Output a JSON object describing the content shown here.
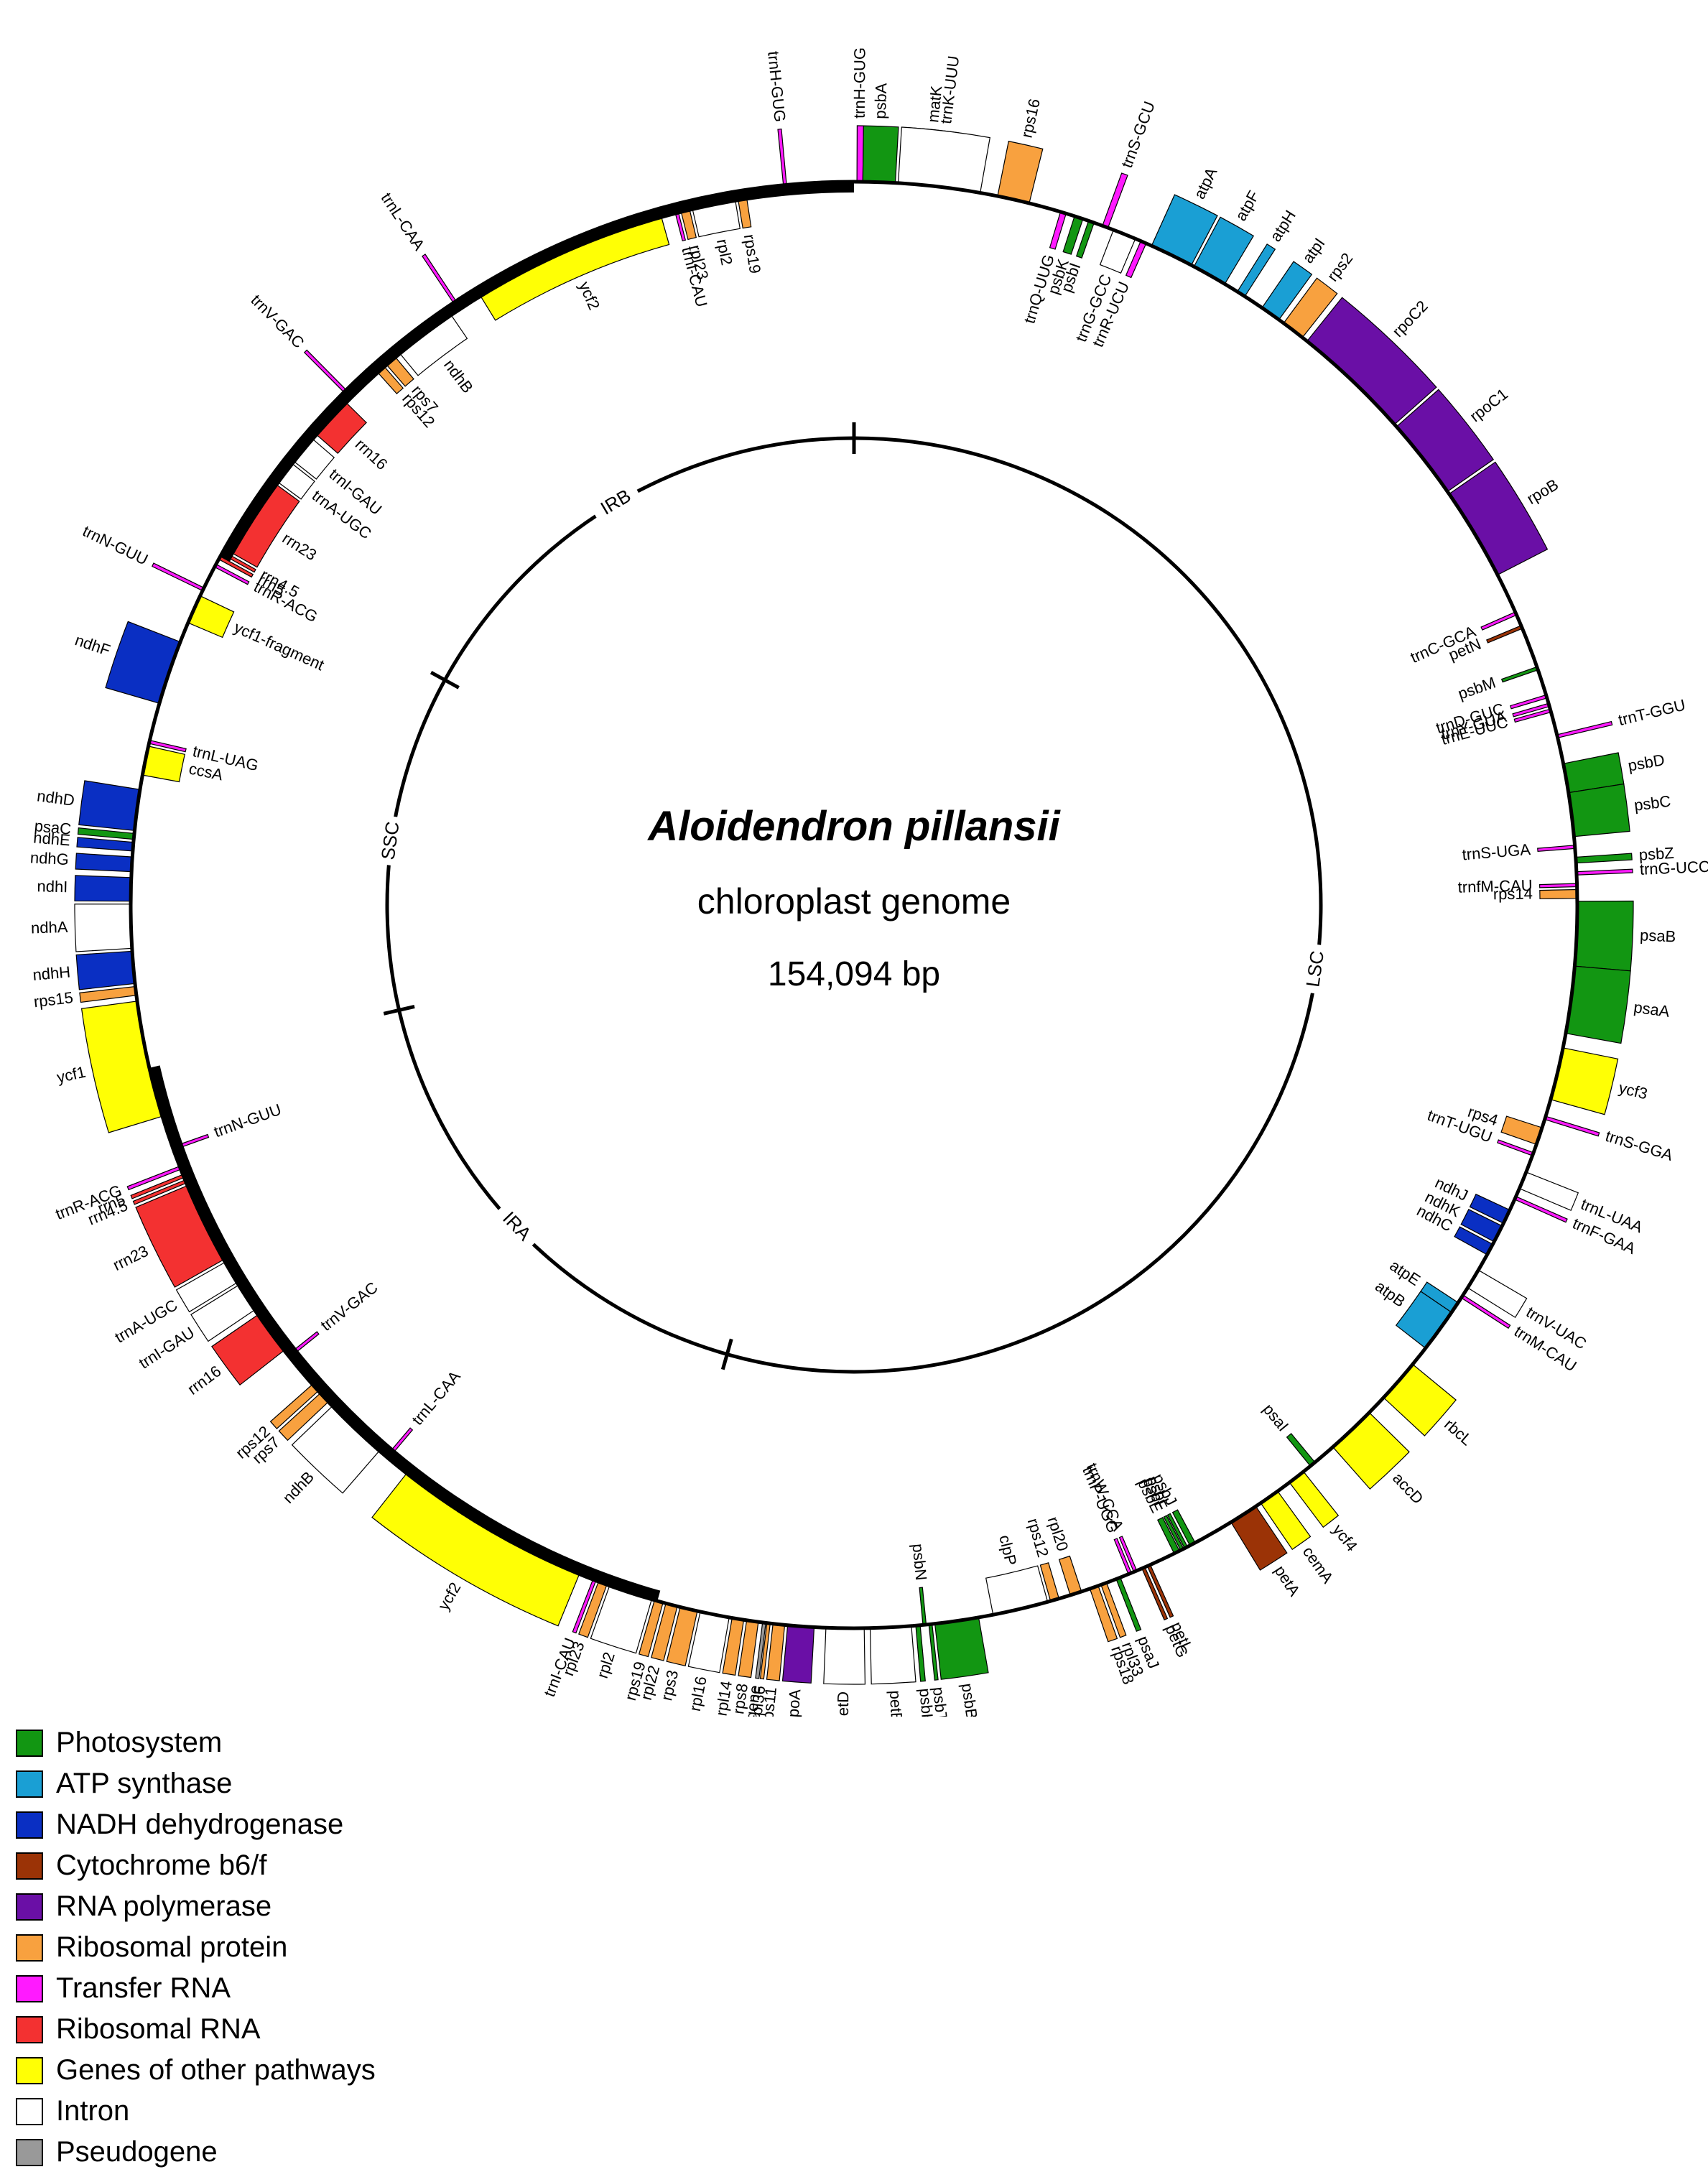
{
  "title": {
    "species": "Aloidendron pillansii",
    "subtitle": "chloroplast genome",
    "length": "154,094 bp"
  },
  "genome_length": 154094,
  "regions": [
    {
      "name": "LSC",
      "start": 0,
      "end": 83800
    },
    {
      "name": "IRA",
      "start": 83800,
      "end": 110000
    },
    {
      "name": "SSC",
      "start": 110000,
      "end": 127900
    },
    {
      "name": "IRB",
      "start": 127900,
      "end": 154094
    }
  ],
  "categories": {
    "photosystem": {
      "label": "Photosystem",
      "color": "#129612"
    },
    "atp": {
      "label": "ATP synthase",
      "color": "#1a9fd4"
    },
    "ndh": {
      "label": "NADH dehydrogenase",
      "color": "#0a2fc3"
    },
    "cyt": {
      "label": "Cytochrome b6/f",
      "color": "#9b3306"
    },
    "rnapol": {
      "label": "RNA polymerase",
      "color": "#6a0fa6"
    },
    "ribprot": {
      "label": "Ribosomal protein",
      "color": "#f8a13f"
    },
    "trna": {
      "label": "Transfer RNA",
      "color": "#ff1aff"
    },
    "rrna": {
      "label": "Ribosomal RNA",
      "color": "#f33131"
    },
    "other": {
      "label": "Genes of other pathways",
      "color": "#ffff05"
    },
    "intron": {
      "label": "Intron",
      "color": "#ffffff"
    },
    "pseudo": {
      "label": "Pseudogene",
      "color": "#999999"
    }
  },
  "legend_order": [
    "photosystem",
    "atp",
    "ndh",
    "cyt",
    "rnapol",
    "ribprot",
    "trna",
    "rrna",
    "other",
    "intron",
    "pseudo"
  ],
  "genes": [
    {
      "name": "trnH-GUG",
      "cat": "trna",
      "start": 100,
      "end": 300,
      "strand": "out"
    },
    {
      "name": "psbA",
      "cat": "photosystem",
      "start": 300,
      "end": 1400,
      "strand": "out"
    },
    {
      "name": "matK",
      "cat": "other",
      "start": 1700,
      "end": 3300,
      "strand": "out"
    },
    {
      "name": "trnK-UUU",
      "cat": "intron",
      "start": 1500,
      "end": 4300,
      "strand": "out"
    },
    {
      "name": "rps16",
      "cat": "ribprot",
      "start": 4900,
      "end": 6000,
      "strand": "out"
    },
    {
      "name": "trnQ-UUG",
      "cat": "trna",
      "start": 7100,
      "end": 7300,
      "strand": "in"
    },
    {
      "name": "psbK",
      "cat": "photosystem",
      "start": 7600,
      "end": 7900,
      "strand": "in"
    },
    {
      "name": "psbI",
      "cat": "photosystem",
      "start": 8100,
      "end": 8300,
      "strand": "in"
    },
    {
      "name": "trnS-GCU",
      "cat": "trna",
      "start": 8600,
      "end": 8800,
      "strand": "out"
    },
    {
      "name": "trnG-GCC",
      "cat": "intron",
      "start": 9000,
      "end": 9800,
      "strand": "in"
    },
    {
      "name": "trnR-UCU",
      "cat": "trna",
      "start": 10000,
      "end": 10200,
      "strand": "in"
    },
    {
      "name": "atpA",
      "cat": "atp",
      "start": 10400,
      "end": 11900,
      "strand": "out"
    },
    {
      "name": "atpF",
      "cat": "atp",
      "start": 12000,
      "end": 13200,
      "strand": "out"
    },
    {
      "name": "atpH",
      "cat": "atp",
      "start": 13700,
      "end": 14000,
      "strand": "out"
    },
    {
      "name": "atpI",
      "cat": "atp",
      "start": 14700,
      "end": 15400,
      "strand": "out"
    },
    {
      "name": "rps2",
      "cat": "ribprot",
      "start": 15600,
      "end": 16400,
      "strand": "out"
    },
    {
      "name": "rpoC2",
      "cat": "rnapol",
      "start": 16600,
      "end": 20700,
      "strand": "out"
    },
    {
      "name": "rpoC1",
      "cat": "rnapol",
      "start": 20800,
      "end": 23600,
      "strand": "out"
    },
    {
      "name": "rpoB",
      "cat": "rnapol",
      "start": 23700,
      "end": 26900,
      "strand": "out"
    },
    {
      "name": "trnC-GCA",
      "cat": "trna",
      "start": 28300,
      "end": 28400,
      "strand": "in"
    },
    {
      "name": "petN",
      "cat": "cyt",
      "start": 28800,
      "end": 28900,
      "strand": "in"
    },
    {
      "name": "psbM",
      "cat": "photosystem",
      "start": 30300,
      "end": 30400,
      "strand": "in"
    },
    {
      "name": "trnD-GUC",
      "cat": "trna",
      "start": 31300,
      "end": 31400,
      "strand": "in"
    },
    {
      "name": "trnY-GUA",
      "cat": "trna",
      "start": 31600,
      "end": 31700,
      "strand": "in"
    },
    {
      "name": "trnE-UUC",
      "cat": "trna",
      "start": 31800,
      "end": 31900,
      "strand": "in"
    },
    {
      "name": "trnT-GGU",
      "cat": "trna",
      "start": 32700,
      "end": 32800,
      "strand": "out"
    },
    {
      "name": "psbD",
      "cat": "photosystem",
      "start": 33700,
      "end": 34700,
      "strand": "out"
    },
    {
      "name": "psbC",
      "cat": "photosystem",
      "start": 34700,
      "end": 36200,
      "strand": "out"
    },
    {
      "name": "trnS-UGA",
      "cat": "trna",
      "start": 36500,
      "end": 36600,
      "strand": "in"
    },
    {
      "name": "psbZ",
      "cat": "photosystem",
      "start": 36900,
      "end": 37100,
      "strand": "out"
    },
    {
      "name": "trnG-UCC",
      "cat": "trna",
      "start": 37400,
      "end": 37500,
      "strand": "out"
    },
    {
      "name": "trnfM-CAU",
      "cat": "trna",
      "start": 37800,
      "end": 37900,
      "strand": "in"
    },
    {
      "name": "rps14",
      "cat": "ribprot",
      "start": 38000,
      "end": 38300,
      "strand": "in"
    },
    {
      "name": "psaB",
      "cat": "photosystem",
      "start": 38400,
      "end": 40600,
      "strand": "out"
    },
    {
      "name": "psaA",
      "cat": "photosystem",
      "start": 40600,
      "end": 42900,
      "strand": "out"
    },
    {
      "name": "ycf3",
      "cat": "other",
      "start": 43400,
      "end": 45200,
      "strand": "out"
    },
    {
      "name": "trnS-GGA",
      "cat": "trna",
      "start": 45800,
      "end": 45900,
      "strand": "out"
    },
    {
      "name": "rps4",
      "cat": "ribprot",
      "start": 46200,
      "end": 46800,
      "strand": "in"
    },
    {
      "name": "trnT-UGU",
      "cat": "trna",
      "start": 47100,
      "end": 47200,
      "strand": "in"
    },
    {
      "name": "trnL-UAA",
      "cat": "intron",
      "start": 47800,
      "end": 48400,
      "strand": "out"
    },
    {
      "name": "trnF-GAA",
      "cat": "trna",
      "start": 48700,
      "end": 48800,
      "strand": "out"
    },
    {
      "name": "ndhJ",
      "cat": "ndh",
      "start": 49200,
      "end": 49700,
      "strand": "in"
    },
    {
      "name": "ndhK",
      "cat": "ndh",
      "start": 49800,
      "end": 50400,
      "strand": "in"
    },
    {
      "name": "ndhC",
      "cat": "ndh",
      "start": 50500,
      "end": 50900,
      "strand": "in"
    },
    {
      "name": "trnV-UAC",
      "cat": "intron",
      "start": 51500,
      "end": 52200,
      "strand": "out"
    },
    {
      "name": "trnM-CAU",
      "cat": "trna",
      "start": 52500,
      "end": 52600,
      "strand": "out"
    },
    {
      "name": "atpE",
      "cat": "atp",
      "start": 52800,
      "end": 53200,
      "strand": "in"
    },
    {
      "name": "atpB",
      "cat": "atp",
      "start": 53200,
      "end": 54700,
      "strand": "in"
    },
    {
      "name": "rbcL",
      "cat": "other",
      "start": 55400,
      "end": 56900,
      "strand": "out"
    },
    {
      "name": "accD",
      "cat": "other",
      "start": 57600,
      "end": 59300,
      "strand": "out"
    },
    {
      "name": "psaI",
      "cat": "photosystem",
      "start": 60100,
      "end": 60300,
      "strand": "in"
    },
    {
      "name": "ycf4",
      "cat": "other",
      "start": 60600,
      "end": 61200,
      "strand": "out"
    },
    {
      "name": "cemA",
      "cat": "other",
      "start": 61700,
      "end": 62400,
      "strand": "out"
    },
    {
      "name": "petA",
      "cat": "cyt",
      "start": 62600,
      "end": 63600,
      "strand": "out"
    },
    {
      "name": "psbJ",
      "cat": "photosystem",
      "start": 65000,
      "end": 65200,
      "strand": "in"
    },
    {
      "name": "psbL",
      "cat": "photosystem",
      "start": 65300,
      "end": 65400,
      "strand": "in"
    },
    {
      "name": "psbF",
      "cat": "photosystem",
      "start": 65450,
      "end": 65550,
      "strand": "in"
    },
    {
      "name": "psbE",
      "cat": "photosystem",
      "start": 65600,
      "end": 65800,
      "strand": "in"
    },
    {
      "name": "petL",
      "cat": "cyt",
      "start": 66700,
      "end": 66800,
      "strand": "out"
    },
    {
      "name": "petG",
      "cat": "cyt",
      "start": 66900,
      "end": 67000,
      "strand": "out"
    },
    {
      "name": "trnW-CCA",
      "cat": "trna",
      "start": 67200,
      "end": 67300,
      "strand": "in"
    },
    {
      "name": "trnP-UGG",
      "cat": "trna",
      "start": 67400,
      "end": 67500,
      "strand": "in"
    },
    {
      "name": "psaJ",
      "cat": "photosystem",
      "start": 67800,
      "end": 67950,
      "strand": "out"
    },
    {
      "name": "rpl33",
      "cat": "ribprot",
      "start": 68300,
      "end": 68500,
      "strand": "out"
    },
    {
      "name": "rps18",
      "cat": "ribprot",
      "start": 68600,
      "end": 68900,
      "strand": "out"
    },
    {
      "name": "rpl20",
      "cat": "ribprot",
      "start": 69200,
      "end": 69600,
      "strand": "in"
    },
    {
      "name": "rps12",
      "cat": "ribprot",
      "start": 70000,
      "end": 70300,
      "strand": "in"
    },
    {
      "name": "clpP",
      "cat": "intron",
      "start": 70400,
      "end": 72300,
      "strand": "in"
    },
    {
      "name": "psbB",
      "cat": "photosystem",
      "start": 72800,
      "end": 74300,
      "strand": "out"
    },
    {
      "name": "psbT",
      "cat": "photosystem",
      "start": 74400,
      "end": 74500,
      "strand": "out"
    },
    {
      "name": "psbN",
      "cat": "photosystem",
      "start": 74600,
      "end": 74700,
      "strand": "in"
    },
    {
      "name": "psbH",
      "cat": "photosystem",
      "start": 74800,
      "end": 74950,
      "strand": "out"
    },
    {
      "name": "petB",
      "cat": "intron",
      "start": 75100,
      "end": 76500,
      "strand": "out"
    },
    {
      "name": "petD",
      "cat": "intron",
      "start": 76700,
      "end": 78000,
      "strand": "out"
    },
    {
      "name": "rpoA",
      "cat": "rnapol",
      "start": 78400,
      "end": 79300,
      "strand": "out"
    },
    {
      "name": "rps11",
      "cat": "ribprot",
      "start": 79400,
      "end": 79800,
      "strand": "out"
    },
    {
      "name": "rpl36",
      "cat": "ribprot",
      "start": 79900,
      "end": 80000,
      "strand": "out"
    },
    {
      "name": "infA pseudogene",
      "cat": "pseudo",
      "start": 80050,
      "end": 80150,
      "strand": "out"
    },
    {
      "name": "rps8",
      "cat": "ribprot",
      "start": 80300,
      "end": 80700,
      "strand": "out"
    },
    {
      "name": "rpl14",
      "cat": "ribprot",
      "start": 80800,
      "end": 81200,
      "strand": "out"
    },
    {
      "name": "rpl16",
      "cat": "intron",
      "start": 81300,
      "end": 82300,
      "strand": "out"
    },
    {
      "name": "rps3",
      "cat": "ribprot",
      "start": 82400,
      "end": 83000,
      "strand": "out"
    },
    {
      "name": "rpl22",
      "cat": "ribprot",
      "start": 83100,
      "end": 83500,
      "strand": "out"
    },
    {
      "name": "rps19",
      "cat": "ribprot",
      "start": 83600,
      "end": 83900,
      "strand": "out"
    },
    {
      "name": "rpl2",
      "cat": "intron",
      "start": 84000,
      "end": 85500,
      "strand": "out"
    },
    {
      "name": "rpl23",
      "cat": "ribprot",
      "start": 85600,
      "end": 85900,
      "strand": "out"
    },
    {
      "name": "trnI-CAU",
      "cat": "trna",
      "start": 86000,
      "end": 86100,
      "strand": "out"
    },
    {
      "name": "ycf2",
      "cat": "other",
      "start": 86600,
      "end": 93400,
      "strand": "out"
    },
    {
      "name": "trnL-CAA",
      "cat": "trna",
      "start": 94200,
      "end": 94300,
      "strand": "in"
    },
    {
      "name": "ndhB",
      "cat": "intron",
      "start": 94600,
      "end": 96800,
      "strand": "out"
    },
    {
      "name": "rps7",
      "cat": "ribprot",
      "start": 97000,
      "end": 97400,
      "strand": "out"
    },
    {
      "name": "rps12",
      "cat": "ribprot",
      "start": 97500,
      "end": 97800,
      "strand": "out"
    },
    {
      "name": "trnV-GAC",
      "cat": "trna",
      "start": 99000,
      "end": 99100,
      "strand": "in"
    },
    {
      "name": "rrn16",
      "cat": "rrna",
      "start": 99300,
      "end": 100800,
      "strand": "out"
    },
    {
      "name": "trnI-GAU",
      "cat": "intron",
      "start": 101000,
      "end": 102000,
      "strand": "out"
    },
    {
      "name": "trnA-UGC",
      "cat": "intron",
      "start": 102100,
      "end": 102900,
      "strand": "out"
    },
    {
      "name": "rrn23",
      "cat": "rrna",
      "start": 103000,
      "end": 105800,
      "strand": "out"
    },
    {
      "name": "rrn4.5",
      "cat": "rrna",
      "start": 105900,
      "end": 106000,
      "strand": "out"
    },
    {
      "name": "rrn5",
      "cat": "rrna",
      "start": 106100,
      "end": 106200,
      "strand": "out"
    },
    {
      "name": "trnR-ACG",
      "cat": "trna",
      "start": 106400,
      "end": 106500,
      "strand": "out"
    },
    {
      "name": "trnN-GUU",
      "cat": "trna",
      "start": 107100,
      "end": 107200,
      "strand": "in"
    },
    {
      "name": "ycf1",
      "cat": "other",
      "start": 108300,
      "end": 112300,
      "strand": "out"
    },
    {
      "name": "rps15",
      "cat": "ribprot",
      "start": 112500,
      "end": 112800,
      "strand": "out"
    },
    {
      "name": "ndhH",
      "cat": "ndh",
      "start": 112900,
      "end": 114000,
      "strand": "out"
    },
    {
      "name": "ndhA",
      "cat": "intron",
      "start": 114100,
      "end": 115600,
      "strand": "out"
    },
    {
      "name": "ndhI",
      "cat": "ndh",
      "start": 115700,
      "end": 116500,
      "strand": "out"
    },
    {
      "name": "ndhG",
      "cat": "ndh",
      "start": 116700,
      "end": 117200,
      "strand": "out"
    },
    {
      "name": "ndhE",
      "cat": "ndh",
      "start": 117400,
      "end": 117700,
      "strand": "out"
    },
    {
      "name": "psaC",
      "cat": "photosystem",
      "start": 117800,
      "end": 118000,
      "strand": "out"
    },
    {
      "name": "ndhD",
      "cat": "ndh",
      "start": 118100,
      "end": 119500,
      "strand": "out"
    },
    {
      "name": "ccsA",
      "cat": "other",
      "start": 120000,
      "end": 121000,
      "strand": "in"
    },
    {
      "name": "trnL-UAG",
      "cat": "trna",
      "start": 121100,
      "end": 121200,
      "strand": "in"
    },
    {
      "name": "ndhF",
      "cat": "ndh",
      "start": 122500,
      "end": 124700,
      "strand": "out"
    },
    {
      "name": "ycf1-fragment",
      "cat": "other",
      "start": 125400,
      "end": 126400,
      "strand": "in"
    },
    {
      "name": "trnN-GUU",
      "cat": "trna",
      "start": 126600,
      "end": 126700,
      "strand": "out"
    },
    {
      "name": "trnR-ACG",
      "cat": "trna",
      "start": 127500,
      "end": 127600,
      "strand": "in"
    },
    {
      "name": "rrn5",
      "cat": "rrna",
      "start": 127800,
      "end": 127900,
      "strand": "in"
    },
    {
      "name": "rrn4.5",
      "cat": "rrna",
      "start": 128000,
      "end": 128100,
      "strand": "in"
    },
    {
      "name": "rrn23",
      "cat": "rrna",
      "start": 128200,
      "end": 131000,
      "strand": "in"
    },
    {
      "name": "trnA-UGC",
      "cat": "intron",
      "start": 131100,
      "end": 131900,
      "strand": "in"
    },
    {
      "name": "trnI-GAU",
      "cat": "intron",
      "start": 132000,
      "end": 133000,
      "strand": "in"
    },
    {
      "name": "rrn16",
      "cat": "rrna",
      "start": 133200,
      "end": 134700,
      "strand": "in"
    },
    {
      "name": "trnV-GAC",
      "cat": "trna",
      "start": 134900,
      "end": 135000,
      "strand": "out"
    },
    {
      "name": "rps12",
      "cat": "ribprot",
      "start": 136200,
      "end": 136500,
      "strand": "in"
    },
    {
      "name": "rps7",
      "cat": "ribprot",
      "start": 136600,
      "end": 137000,
      "strand": "in"
    },
    {
      "name": "ndhB",
      "cat": "intron",
      "start": 137200,
      "end": 139400,
      "strand": "in"
    },
    {
      "name": "trnL-CAA",
      "cat": "trna",
      "start": 139700,
      "end": 139800,
      "strand": "out"
    },
    {
      "name": "ycf2",
      "cat": "other",
      "start": 140600,
      "end": 147400,
      "strand": "in"
    },
    {
      "name": "trnI-CAU",
      "cat": "trna",
      "start": 147900,
      "end": 148000,
      "strand": "in"
    },
    {
      "name": "rpl23",
      "cat": "ribprot",
      "start": 148100,
      "end": 148400,
      "strand": "in"
    },
    {
      "name": "rpl2",
      "cat": "intron",
      "start": 148500,
      "end": 150000,
      "strand": "in"
    },
    {
      "name": "rps19",
      "cat": "ribprot",
      "start": 150100,
      "end": 150400,
      "strand": "in"
    },
    {
      "name": "trnH-GUG",
      "cat": "trna",
      "start": 151700,
      "end": 151800,
      "strand": "out"
    }
  ]
}
